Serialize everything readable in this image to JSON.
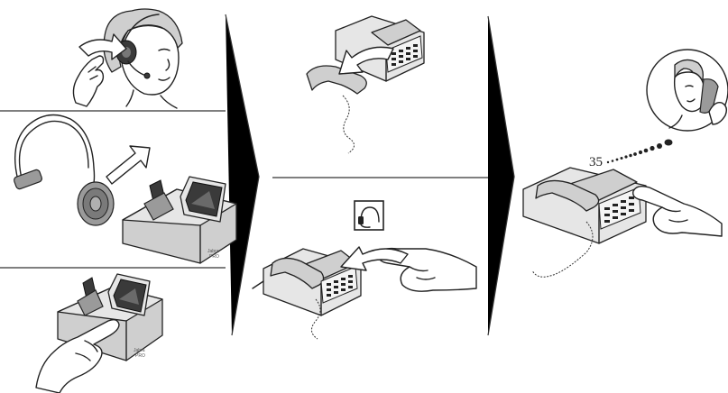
{
  "steps": {
    "dial_prefix": "35",
    "base_brand": "Jabra",
    "base_model": "PRO"
  },
  "icons": [
    "headset-icon"
  ],
  "colors": {
    "line": "#222222",
    "base_gray": "#cfcfcf",
    "light_gray": "#e6e6e6"
  }
}
